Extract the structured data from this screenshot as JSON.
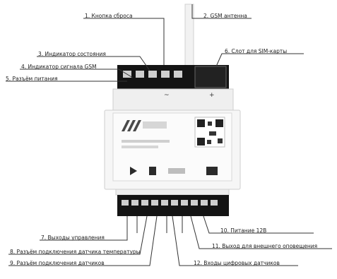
{
  "callouts": {
    "c1": "1. Кнопка сброса",
    "c2": "2. GSM антенна",
    "c3": "3. Индикатор состояния",
    "c4": "4. Индикатор сигнала GSM",
    "c5": "5. Разъём питания",
    "c6": "6. Слот для SIM-карты",
    "c7": "7. Выходы управления",
    "c8": "8. Разъём подключения датчика температуры",
    "c9": "9. Разъём подключения датчиков",
    "c10": "10. Питание 12В",
    "c11": "11. Выход для внешнего оповещения",
    "c12": "12. Входы цифровых датчиков"
  },
  "marks": {
    "top_left": "~",
    "top_right": "+"
  },
  "colors": {
    "housing": "#f4f4f4",
    "housing_edge": "#cfcfcf",
    "terminal": "#151515",
    "line": "#333333"
  }
}
